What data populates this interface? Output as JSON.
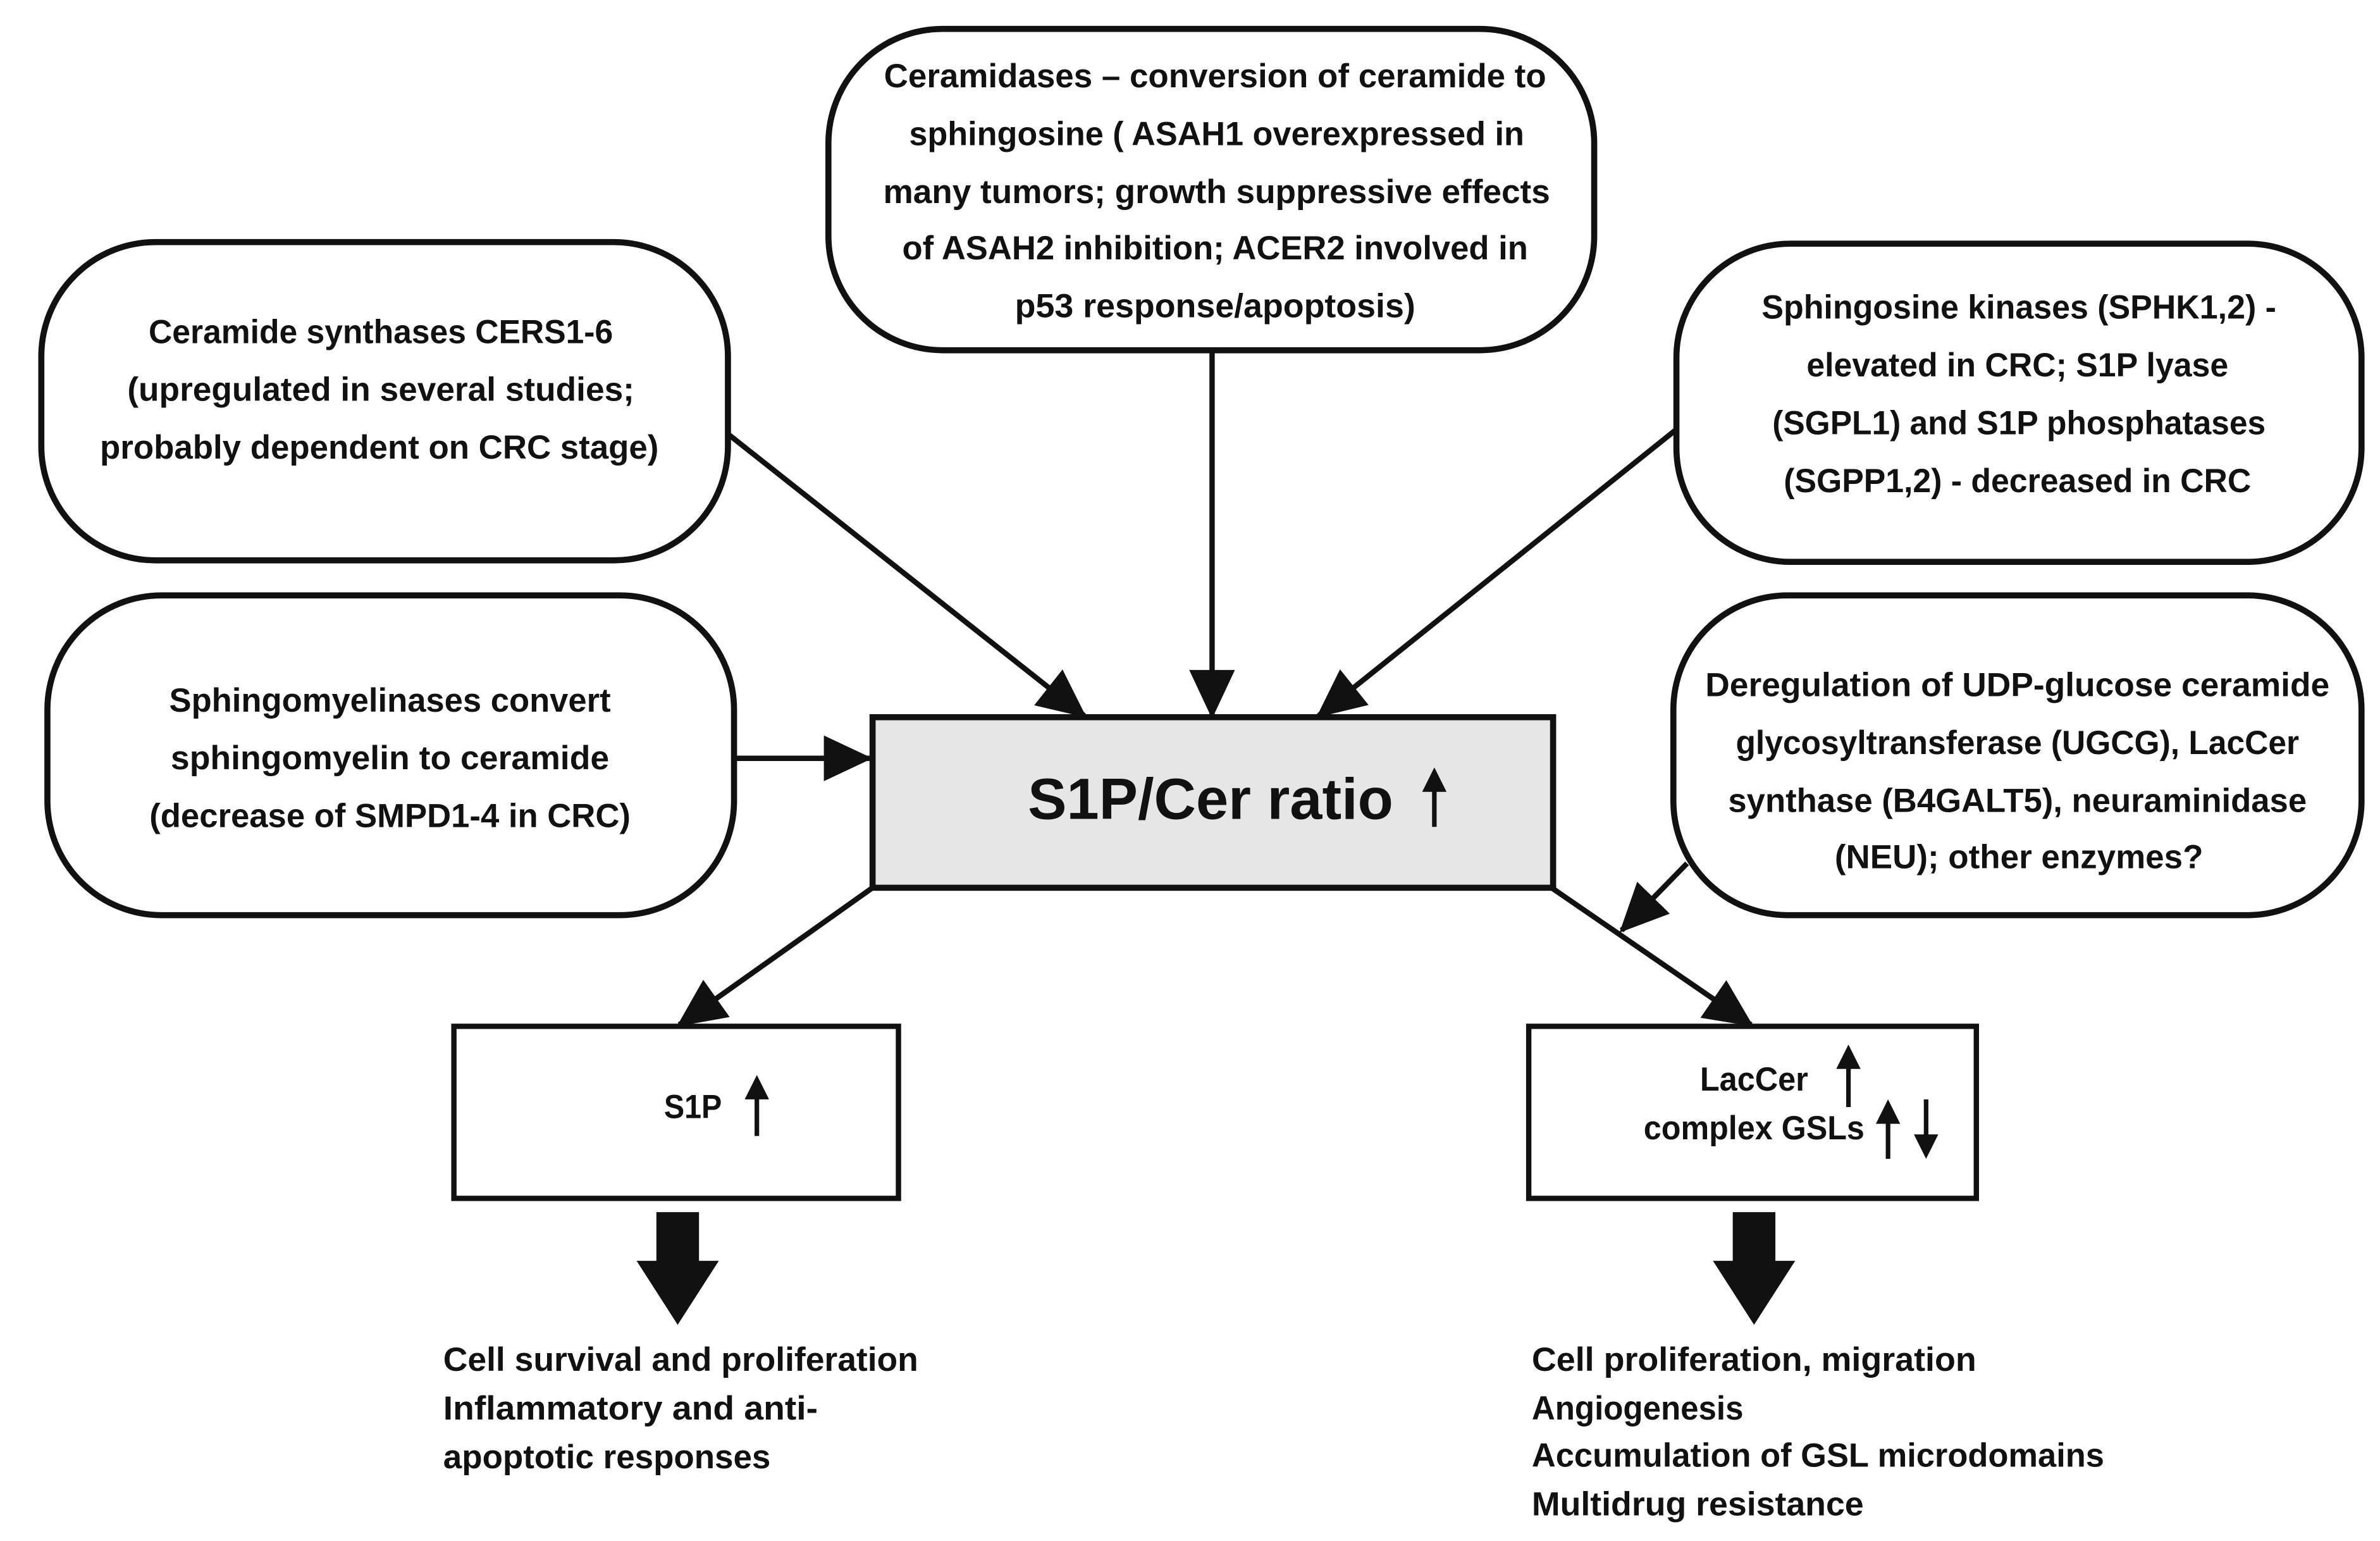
{
  "diagram": {
    "center": {
      "label": "S1P/Cer ratio",
      "trend_icon": "up-arrow-icon"
    },
    "inputs": {
      "ceramidases": {
        "lines": [
          "Ceramidases – conversion of ceramide to",
          "sphingosine ( ASAH1 overexpressed in",
          "many tumors; growth suppressive effects",
          "of ASAH2 inhibition; ACER2 involved in",
          "p53 response/apoptosis)"
        ]
      },
      "ceramide_synthases": {
        "lines": [
          "Ceramide synthases CERS1-6",
          "(upregulated in several studies;",
          "probably dependent on CRC stage)"
        ]
      },
      "sphingosine_kinases": {
        "lines": [
          "Sphingosine kinases (SPHK1,2) -",
          "elevated in CRC; S1P lyase",
          "(SGPL1) and S1P phosphatases",
          "(SGPP1,2) - decreased in CRC"
        ]
      },
      "sphingomyelinases": {
        "lines": [
          "Sphingomyelinases convert",
          "sphingomyelin to ceramide",
          "(decrease of SMPD1-4 in CRC)"
        ]
      },
      "gsl_enzymes": {
        "lines": [
          "Deregulation of UDP-glucose ceramide",
          "glycosyltransferase (UGCG), LacCer",
          "synthase (B4GALT5), neuraminidase",
          "(NEU); other enzymes?"
        ]
      }
    },
    "outputs": {
      "s1p": {
        "label": "S1P",
        "trend_icon": "up-arrow-icon",
        "effects": [
          "Cell survival and proliferation",
          "Inflammatory and anti-",
          "apoptotic responses"
        ]
      },
      "glycosphingolipids": {
        "lines": [
          {
            "label": "LacCer",
            "trend_icons": [
              "up-arrow-icon"
            ]
          },
          {
            "label": "complex GSLs",
            "trend_icons": [
              "up-arrow-icon",
              "down-arrow-icon"
            ]
          }
        ],
        "effects": [
          "Cell proliferation, migration",
          "Angiogenesis",
          "Accumulation of GSL microdomains",
          "Multidrug resistance"
        ]
      }
    }
  },
  "colors": {
    "background": "#ffffff",
    "line": "#111111",
    "box_fill": "#ffffff",
    "center_fill": "#e6e6e6"
  }
}
